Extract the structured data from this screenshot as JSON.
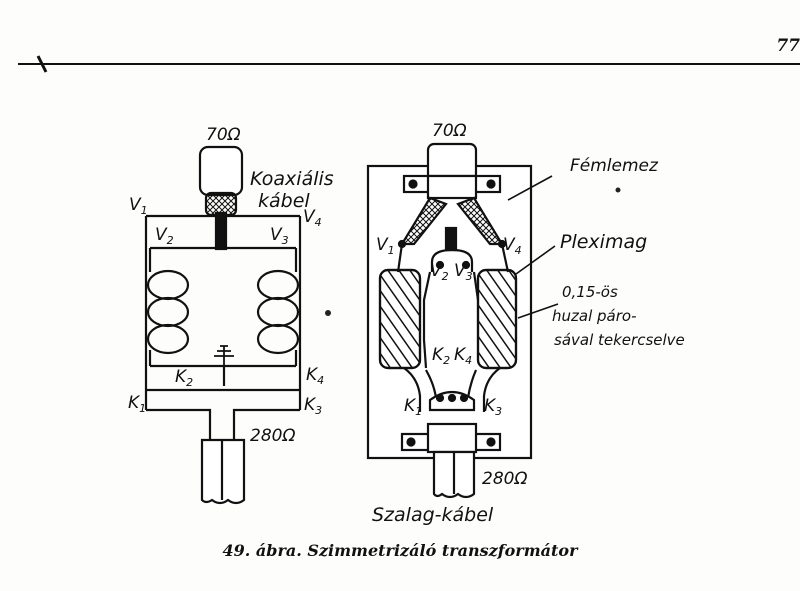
{
  "page_number": "77",
  "caption": "49. ábra. Szimmetrizáló transzformátor",
  "left_diagram": {
    "impedance_top": "70Ω",
    "cable_label_line1": "Koaxiális",
    "cable_label_line2": "kábel",
    "impedance_bottom": "280Ω",
    "terminals": {
      "V1": "V",
      "V1_sub": "1",
      "V2": "V",
      "V2_sub": "2",
      "V3": "V",
      "V3_sub": "3",
      "V4": "V",
      "V4_sub": "4",
      "K1": "K",
      "K1_sub": "1",
      "K2": "K",
      "K2_sub": "2",
      "K3": "K",
      "K3_sub": "3",
      "K4": "K",
      "K4_sub": "4"
    }
  },
  "right_diagram": {
    "impedance_top": "70Ω",
    "impedance_bottom": "280Ω",
    "plate_label": "Fémlemez",
    "core_label": "Pleximag",
    "winding_note_line1": "0,15-ös",
    "winding_note_line2": "huzal páro-",
    "winding_note_line3": "sával tekercselve",
    "ribbon_label": "Szalag-kábel",
    "terminals": {
      "V1": "V",
      "V1_sub": "1",
      "V2": "V",
      "V2_sub": "2",
      "V3": "V",
      "V3_sub": "3",
      "V4": "V",
      "V4_sub": "4",
      "K1": "K",
      "K1_sub": "1",
      "K2": "K",
      "K2_sub": "2",
      "K3": "K",
      "K3_sub": "3",
      "K4": "K",
      "K4_sub": "4"
    }
  }
}
